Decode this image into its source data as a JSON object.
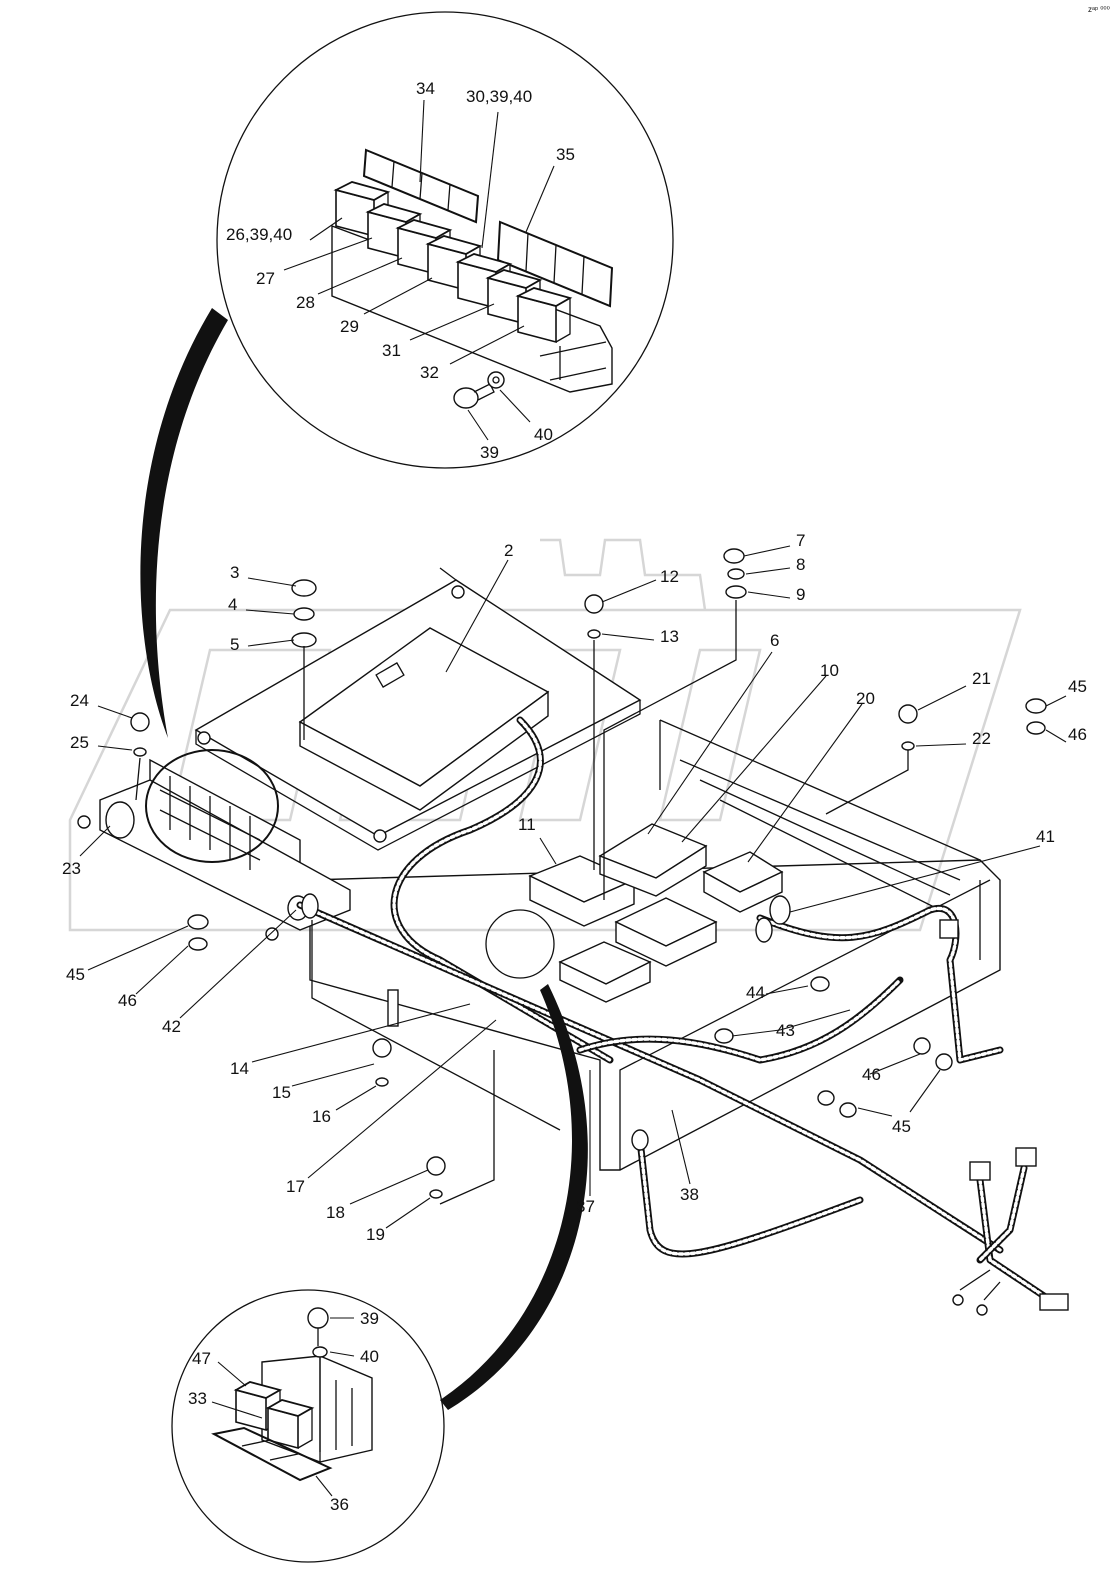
{
  "corner_mark": "zᵃᵖ ⁰⁰⁰",
  "top_detail": {
    "labels": [
      "34",
      "30,39,40",
      "35",
      "26,39,40",
      "27",
      "28",
      "29",
      "31",
      "32",
      "39",
      "40"
    ]
  },
  "main_assembly": {
    "labels": [
      "2",
      "3",
      "4",
      "5",
      "7",
      "8",
      "9",
      "12",
      "13",
      "6",
      "10",
      "20",
      "21",
      "22",
      "45",
      "46",
      "24",
      "25",
      "23",
      "11",
      "41",
      "45",
      "46",
      "42",
      "44",
      "43",
      "46",
      "45",
      "14",
      "15",
      "16",
      "17",
      "18",
      "19",
      "37",
      "38"
    ]
  },
  "bottom_detail": {
    "labels": [
      "39",
      "40",
      "47",
      "33",
      "36"
    ]
  }
}
